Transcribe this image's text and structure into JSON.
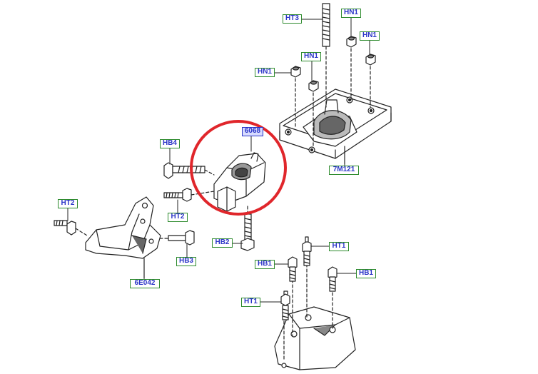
{
  "labels": {
    "ht3": "HT3",
    "hn1_a": "HN1",
    "hn1_b": "HN1",
    "hn1_c": "HN1",
    "hn1_d": "HN1",
    "part_7m121": "7M121",
    "part_6068": "6068",
    "hb4": "HB4",
    "ht2_a": "HT2",
    "ht2_b": "HT2",
    "hb3": "HB3",
    "part_6e042": "6E042",
    "hb2": "HB2",
    "ht1_a": "HT1",
    "ht1_b": "HT1",
    "hb1_a": "HB1",
    "hb1_b": "HB1"
  },
  "colors": {
    "label_border": "#2e8b2e",
    "label_text": "#2b35c8",
    "highlight_ring": "#e0262b",
    "line_art": "#222222"
  }
}
